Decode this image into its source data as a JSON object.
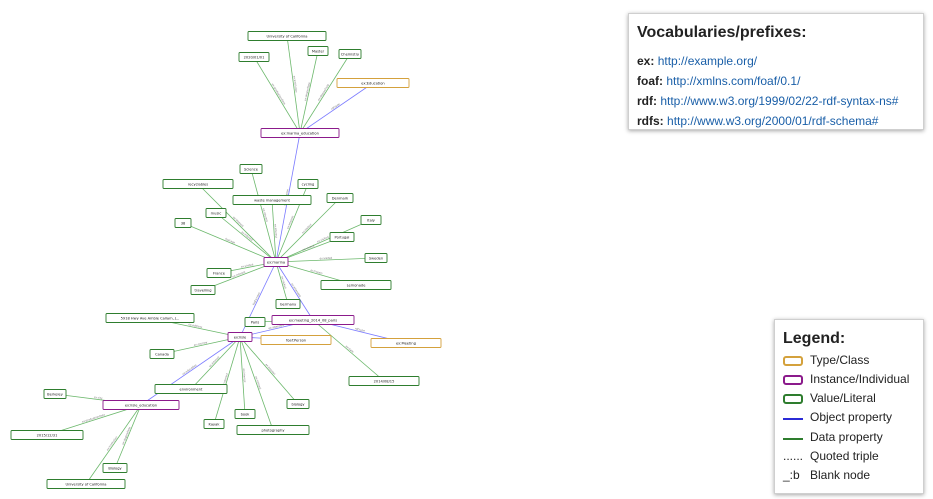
{
  "vocab": {
    "title": "Vocabularies/prefixes:",
    "rows": [
      {
        "prefix": "ex:",
        "uri": "http://example.org/"
      },
      {
        "prefix": "foaf:",
        "uri": "http://xmlns.com/foaf/0.1/"
      },
      {
        "prefix": "rdf:",
        "uri": "http://www.w3.org/1999/02/22-rdf-syntax-ns#"
      },
      {
        "prefix": "rdfs:",
        "uri": "http://www.w3.org/2000/01/rdf-schema#"
      }
    ]
  },
  "legend": {
    "title": "Legend:",
    "rows": [
      {
        "label": "Type/Class",
        "kind": "box",
        "color": "#d4a13c"
      },
      {
        "label": "Instance/Individual",
        "kind": "box",
        "color": "#8b1a8b"
      },
      {
        "label": "Value/Literal",
        "kind": "box",
        "color": "#2e7d2e"
      },
      {
        "label": "Object property",
        "kind": "line",
        "color": "#2b2bd6"
      },
      {
        "label": "Data property",
        "kind": "line",
        "color": "#2e7d2e"
      },
      {
        "label": "Quoted triple",
        "kind": "text",
        "symbol": "......"
      },
      {
        "label": "Blank node",
        "kind": "text",
        "symbol": "_:b"
      }
    ]
  },
  "colors": {
    "class": "#d4a13c",
    "instance": "#8b1a8b",
    "literal": "#2e7d2e",
    "object_edge": "#7b7bff",
    "data_edge": "#6cb86c"
  },
  "graph": {
    "nodes": [
      {
        "id": "n1",
        "label": "University of California",
        "kind": "literal"
      },
      {
        "id": "n2",
        "label": "Master",
        "kind": "literal"
      },
      {
        "id": "n3",
        "label": "Chemistry",
        "kind": "literal"
      },
      {
        "id": "n4",
        "label": "2020/01/01",
        "kind": "literal"
      },
      {
        "id": "n5",
        "label": "ex:Education",
        "kind": "class"
      },
      {
        "id": "n6",
        "label": "ex:marina_education",
        "kind": "instance"
      },
      {
        "id": "n7",
        "label": "Science",
        "kind": "literal"
      },
      {
        "id": "n8",
        "label": "recyclables",
        "kind": "literal"
      },
      {
        "id": "n9",
        "label": "cycling",
        "kind": "literal"
      },
      {
        "id": "n10",
        "label": "waste management",
        "kind": "literal"
      },
      {
        "id": "n11",
        "label": "Denmark",
        "kind": "literal"
      },
      {
        "id": "n12",
        "label": "music",
        "kind": "literal"
      },
      {
        "id": "n13",
        "label": "Italy",
        "kind": "literal"
      },
      {
        "id": "n14",
        "label": "38",
        "kind": "literal"
      },
      {
        "id": "n15",
        "label": "Portugal",
        "kind": "literal"
      },
      {
        "id": "n16",
        "label": "Sweden",
        "kind": "literal"
      },
      {
        "id": "n17",
        "label": "ex:marina",
        "kind": "instance"
      },
      {
        "id": "n18",
        "label": "France",
        "kind": "literal"
      },
      {
        "id": "n19",
        "label": "Lemonade",
        "kind": "literal"
      },
      {
        "id": "n20",
        "label": "travelling",
        "kind": "literal"
      },
      {
        "id": "n21",
        "label": "Germany",
        "kind": "literal"
      },
      {
        "id": "n22",
        "label": "5918 Hwy Ave Amble Callam, J...",
        "kind": "literal"
      },
      {
        "id": "n23",
        "label": "Paris",
        "kind": "literal"
      },
      {
        "id": "n24",
        "label": "ex:meeting_2014_08_paris",
        "kind": "instance"
      },
      {
        "id": "n25",
        "label": "Canada",
        "kind": "literal"
      },
      {
        "id": "n26",
        "label": "ex:lisle",
        "kind": "instance"
      },
      {
        "id": "n27",
        "label": "foaf:Person",
        "kind": "class"
      },
      {
        "id": "n28",
        "label": "ex:Meeting",
        "kind": "class"
      },
      {
        "id": "n29",
        "label": "environment",
        "kind": "literal"
      },
      {
        "id": "n30",
        "label": "2014/08/15",
        "kind": "literal"
      },
      {
        "id": "n31",
        "label": "Berkeley",
        "kind": "literal"
      },
      {
        "id": "n32",
        "label": "ex:lisle_education",
        "kind": "instance"
      },
      {
        "id": "n33",
        "label": "biology",
        "kind": "literal"
      },
      {
        "id": "n34",
        "label": "book",
        "kind": "literal"
      },
      {
        "id": "n35",
        "label": "Kayak",
        "kind": "literal"
      },
      {
        "id": "n36",
        "label": "2015/12/31",
        "kind": "literal"
      },
      {
        "id": "n37",
        "label": "photography",
        "kind": "literal"
      },
      {
        "id": "n38",
        "label": "Biology",
        "kind": "literal"
      },
      {
        "id": "n39",
        "label": "University of California",
        "kind": "literal"
      }
    ],
    "edges": [
      {
        "from": "n6",
        "to": "n1",
        "kind": "data",
        "label": "ex:institution"
      },
      {
        "from": "n6",
        "to": "n2",
        "kind": "data",
        "label": "ex:degreeType"
      },
      {
        "from": "n6",
        "to": "n3",
        "kind": "data",
        "label": "ex:degreeField"
      },
      {
        "from": "n6",
        "to": "n4",
        "kind": "data",
        "label": "ex:graduationDate"
      },
      {
        "from": "n6",
        "to": "n5",
        "kind": "object",
        "label": "rdf:type"
      },
      {
        "from": "n17",
        "to": "n6",
        "kind": "object",
        "label": "ex:education"
      },
      {
        "from": "n17",
        "to": "n7",
        "kind": "data",
        "label": "ex:interest"
      },
      {
        "from": "n17",
        "to": "n8",
        "kind": "data",
        "label": "ex:interest"
      },
      {
        "from": "n17",
        "to": "n9",
        "kind": "data",
        "label": "ex:interest"
      },
      {
        "from": "n17",
        "to": "n10",
        "kind": "data",
        "label": "ex:interest"
      },
      {
        "from": "n17",
        "to": "n11",
        "kind": "data",
        "label": "ex:visited"
      },
      {
        "from": "n17",
        "to": "n12",
        "kind": "data",
        "label": "ex:interest"
      },
      {
        "from": "n17",
        "to": "n13",
        "kind": "data",
        "label": "ex:visited"
      },
      {
        "from": "n17",
        "to": "n14",
        "kind": "data",
        "label": "foaf:age"
      },
      {
        "from": "n17",
        "to": "n15",
        "kind": "data",
        "label": "ex:visited"
      },
      {
        "from": "n17",
        "to": "n16",
        "kind": "data",
        "label": "ex:visited"
      },
      {
        "from": "n17",
        "to": "n18",
        "kind": "data",
        "label": "ex:visited"
      },
      {
        "from": "n17",
        "to": "n19",
        "kind": "data",
        "label": "ex:livesIn"
      },
      {
        "from": "n17",
        "to": "n20",
        "kind": "data",
        "label": "ex:interest"
      },
      {
        "from": "n17",
        "to": "n21",
        "kind": "data",
        "label": "ex:visited"
      },
      {
        "from": "n17",
        "to": "n26",
        "kind": "object",
        "label": "foaf:knows"
      },
      {
        "from": "n17",
        "to": "n24",
        "kind": "object",
        "label": "ex:attended"
      },
      {
        "from": "n24",
        "to": "n23",
        "kind": "data",
        "label": "ex:location"
      },
      {
        "from": "n24",
        "to": "n28",
        "kind": "object",
        "label": "rdf:type"
      },
      {
        "from": "n24",
        "to": "n30",
        "kind": "data",
        "label": "ex:date"
      },
      {
        "from": "n26",
        "to": "n24",
        "kind": "object",
        "label": "ex:attended"
      },
      {
        "from": "n26",
        "to": "n27",
        "kind": "object",
        "label": "rdf:type"
      },
      {
        "from": "n26",
        "to": "n22",
        "kind": "data",
        "label": "ex:address"
      },
      {
        "from": "n26",
        "to": "n25",
        "kind": "data",
        "label": "ex:country"
      },
      {
        "from": "n26",
        "to": "n29",
        "kind": "data",
        "label": "ex:interest"
      },
      {
        "from": "n26",
        "to": "n32",
        "kind": "object",
        "label": "ex:education"
      },
      {
        "from": "n26",
        "to": "n33",
        "kind": "data",
        "label": "ex:interest"
      },
      {
        "from": "n26",
        "to": "n34",
        "kind": "data",
        "label": "ex:interest"
      },
      {
        "from": "n26",
        "to": "n35",
        "kind": "data",
        "label": "ex:interest"
      },
      {
        "from": "n26",
        "to": "n37",
        "kind": "data",
        "label": "ex:interest"
      },
      {
        "from": "n32",
        "to": "n31",
        "kind": "data",
        "label": "ex:city"
      },
      {
        "from": "n32",
        "to": "n36",
        "kind": "data",
        "label": "ex:graduationDate"
      },
      {
        "from": "n32",
        "to": "n38",
        "kind": "data",
        "label": "ex:degreeField"
      },
      {
        "from": "n32",
        "to": "n39",
        "kind": "data",
        "label": "ex:institution"
      }
    ]
  }
}
